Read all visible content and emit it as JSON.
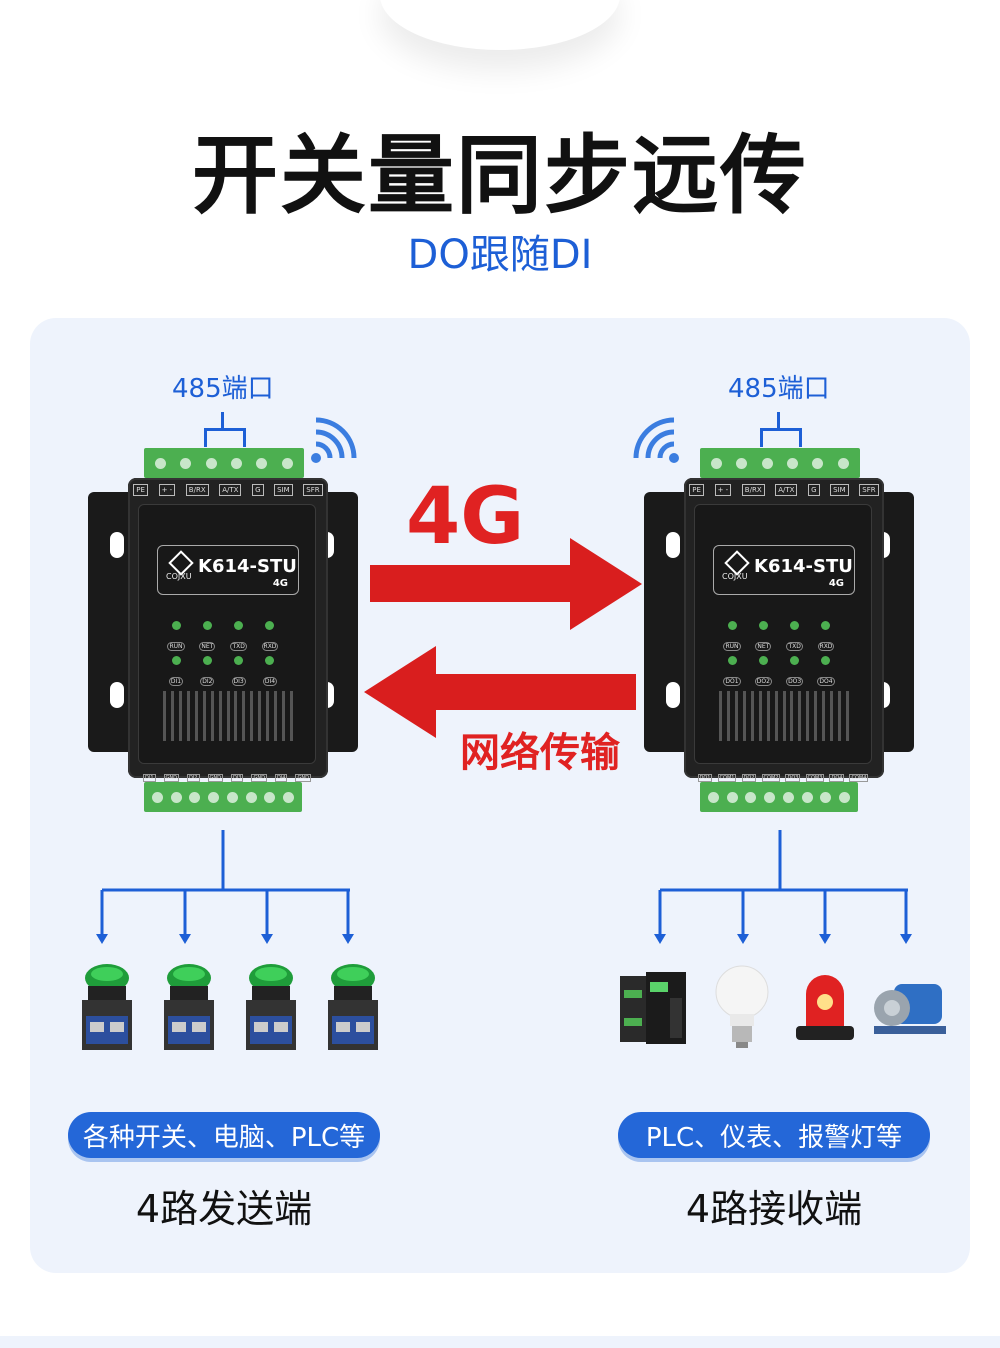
{
  "title": "开关量同步远传",
  "subtitle": "DO跟随DI",
  "left": {
    "port_label": "485端口",
    "model": "K614-STU",
    "model_sub": "4G",
    "brand": "COJXU",
    "top_labels": [
      "PE",
      "+ -",
      "B/RX",
      "A/TX",
      "G",
      "SIM",
      "SFR"
    ],
    "leds_row1": [
      "RUN",
      "NET",
      "TXD",
      "RXD"
    ],
    "leds_row2": [
      "DI1",
      "DI2",
      "DI3",
      "DI4"
    ],
    "bottom_labels": [
      "DI1",
      "GND",
      "DI2",
      "GND",
      "DI3",
      "GND",
      "DI4",
      "GND"
    ],
    "pill": "各种开关、电脑、PLC等",
    "caption": "4路发送端"
  },
  "right": {
    "port_label": "485端口",
    "model": "K614-STU",
    "model_sub": "4G",
    "brand": "COJXU",
    "top_labels": [
      "PE",
      "+ -",
      "B/RX",
      "A/TX",
      "G",
      "SIM",
      "SFR"
    ],
    "leds_row1": [
      "RUN",
      "NET",
      "TXD",
      "RXD"
    ],
    "leds_row2": [
      "DO1",
      "DO2",
      "DO3",
      "DO4"
    ],
    "bottom_labels": [
      "DO1",
      "COM1",
      "DO2",
      "COM2",
      "DO3",
      "COM3",
      "DO4",
      "COM4"
    ],
    "pill": "PLC、仪表、报警灯等",
    "caption": "4路接收端"
  },
  "arrows": {
    "top_label": "4G",
    "bottom_label": "网络传输"
  },
  "icons": {
    "left_items": [
      "push-button-icon",
      "push-button-icon",
      "push-button-icon",
      "push-button-icon"
    ],
    "right_items": [
      "plc-icon",
      "light-bulb-icon",
      "alarm-light-icon",
      "water-pump-icon"
    ]
  },
  "colors": {
    "accent_blue": "#1d5fd6",
    "arrow_red": "#e02222",
    "panel_bg": "#eef3fc",
    "terminal_green": "#4caf50"
  }
}
